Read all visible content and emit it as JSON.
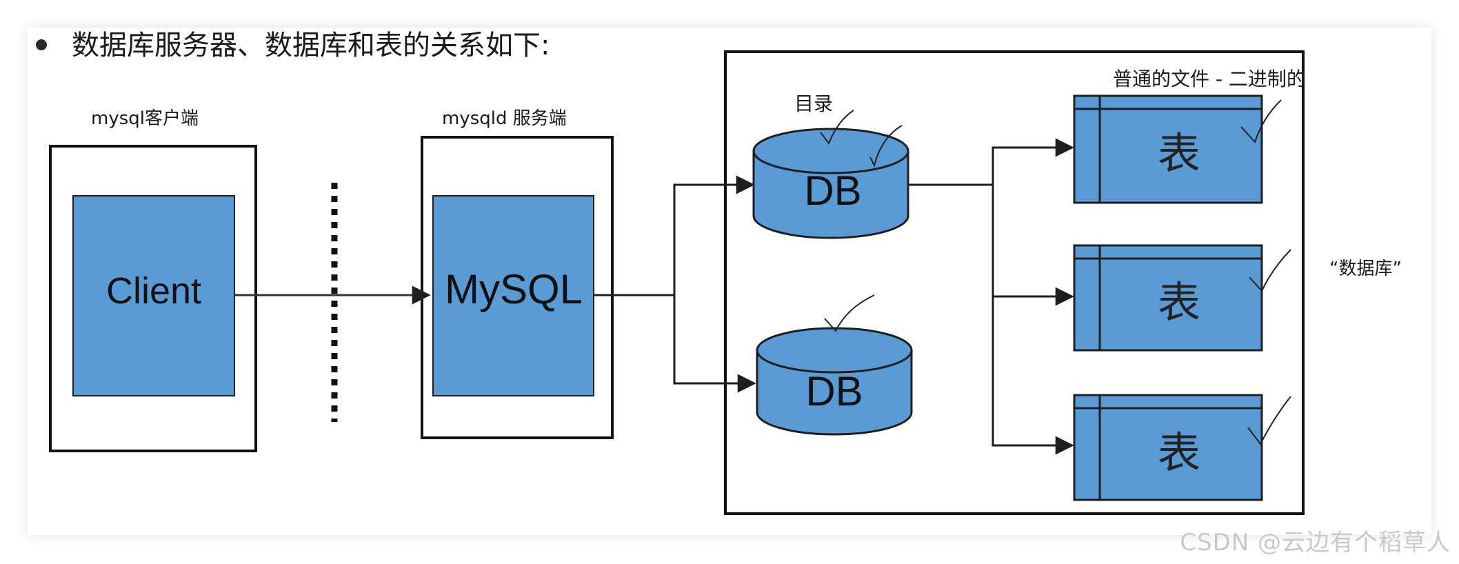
{
  "heading": "数据库服务器、数据库和表的关系如下:",
  "client_caption": "mysql客户端",
  "server_caption": "mysqld 服务端",
  "client_label": "Client",
  "server_label": "MySQL",
  "db_label": "DB",
  "directory_note": "目录",
  "file_note": "普通的文件 - 二进制的",
  "database_note": "“数据库”",
  "table_label": "表",
  "watermark": "CSDN @云边有个稻草人",
  "colors": {
    "fill": "#5b9bd5",
    "stroke": "#1e1e1e",
    "text": "#1a1a1a",
    "watermark": "#c9c9c9"
  }
}
